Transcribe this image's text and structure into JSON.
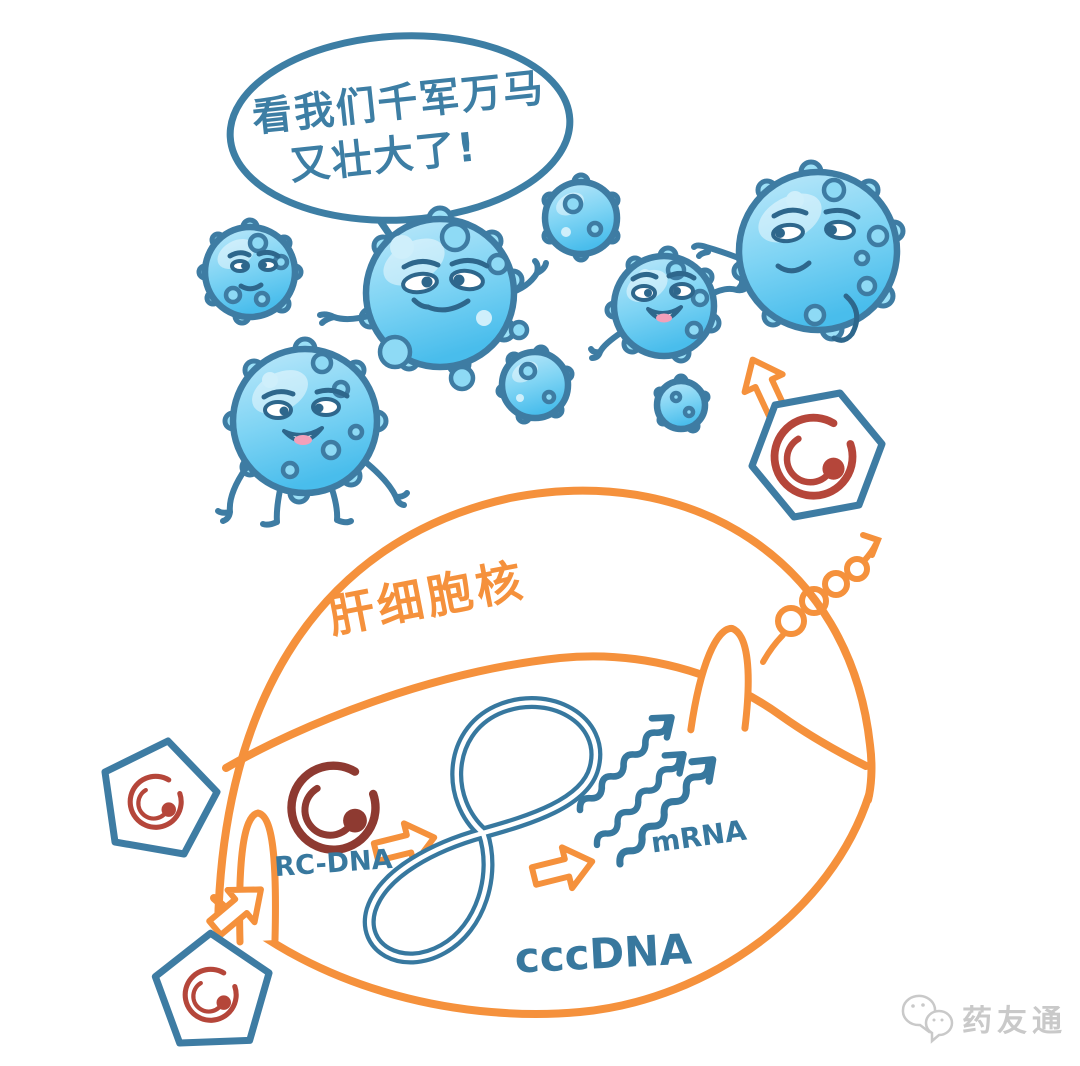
{
  "illustration": {
    "speech_bubble": {
      "line1": "看我们千军万马",
      "line2": "又壮大了!"
    },
    "nucleus_label": "肝细胞核",
    "molecule_labels": {
      "rc_dna": "RC-DNA",
      "ccc_dna": "cccDNA",
      "m_rna": "mRNA"
    },
    "watermark": {
      "text": "药友通"
    },
    "colors": {
      "virus_body_blue": "#7fd4f4",
      "virus_outline_teal": "#3e7ca3",
      "membrane_orange": "#f5913c",
      "rc_dna_maroon": "#8e3a31",
      "capsid_genome_red": "#b5463a",
      "label_teal": "#38789e",
      "watermark_gray": "#c9c9c9"
    }
  }
}
